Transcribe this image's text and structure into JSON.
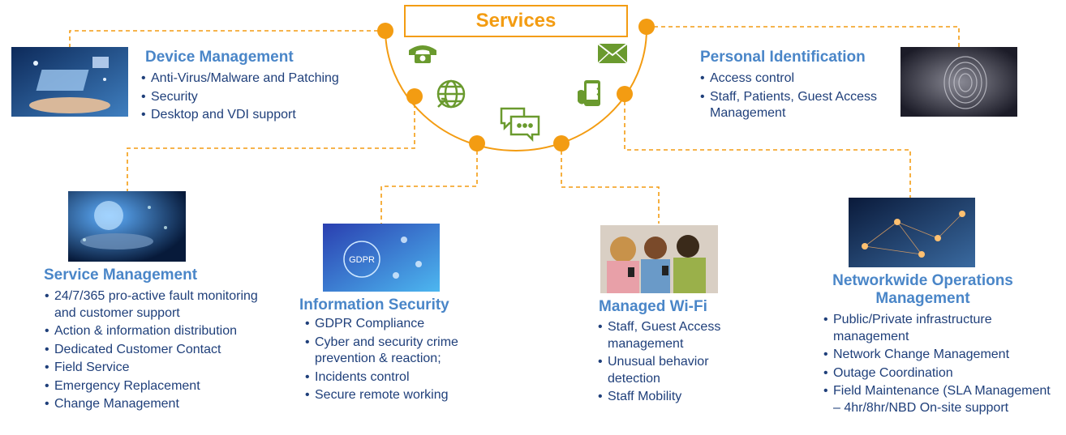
{
  "title": "Services",
  "colors": {
    "accent": "#F39C12",
    "heading": "#4A86C8",
    "text": "#1F3F7A",
    "icon": "#6A9A2E"
  },
  "center_icons": [
    "phone-icon",
    "email-icon",
    "globe-icon",
    "mobile-icon",
    "chat-icon"
  ],
  "sections": {
    "device": {
      "heading": "Device Management",
      "image": "hands-holding-devices-image",
      "items": [
        "Anti-Virus/Malware and Patching",
        "Security",
        "Desktop and VDI support"
      ]
    },
    "identification": {
      "heading": "Personal Identification",
      "image": "fingerprint-image",
      "items": [
        "Access control",
        "Staff, Patients, Guest Access Management"
      ]
    },
    "service": {
      "heading": "Service Management",
      "image": "hand-holding-globe-image",
      "items": [
        "24/7/365 pro-active fault monitoring and customer support",
        "Action & information distribution",
        "Dedicated Customer Contact",
        "Field Service",
        "Emergency Replacement",
        "Change Management"
      ]
    },
    "infosec": {
      "heading": "Information Security",
      "image": "gdpr-image",
      "items": [
        "GDPR Compliance",
        "Cyber and security crime prevention & reaction;",
        "Incidents control",
        "Secure remote working"
      ]
    },
    "wifi": {
      "heading": "Managed Wi-Fi",
      "image": "people-with-phones-image",
      "items": [
        "Staff, Guest Access management",
        "Unusual behavior detection",
        "Staff Mobility"
      ]
    },
    "network": {
      "heading": "Networkwide Operations Management",
      "image": "network-people-image",
      "items": [
        "Public/Private infrastructure management",
        "Network Change Management",
        "Outage Coordination",
        "Field Maintenance (SLA Management – 4hr/8hr/NBD On-site support"
      ]
    }
  }
}
